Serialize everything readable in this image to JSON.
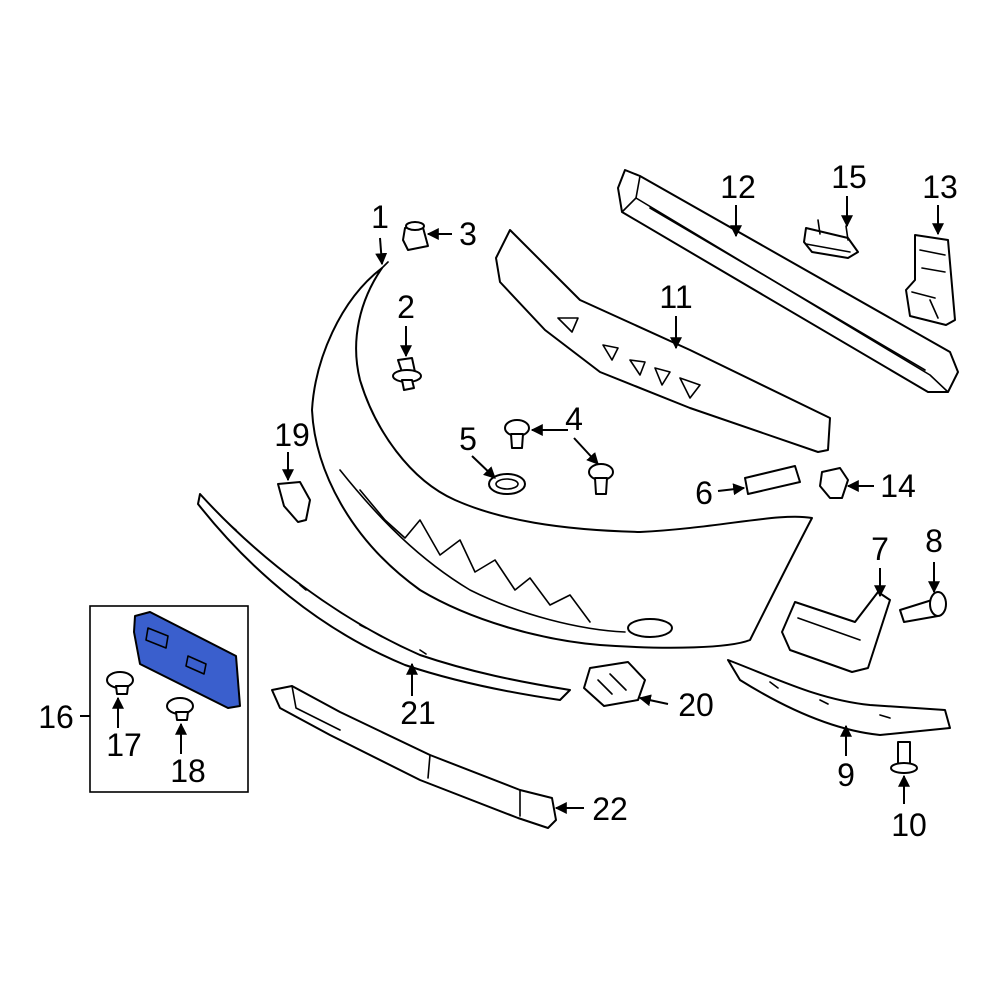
{
  "colors": {
    "highlight": "#3a5fcd",
    "line": "#000000",
    "background": "#ffffff"
  },
  "callouts": {
    "c1": "1",
    "c2": "2",
    "c3": "3",
    "c4": "4",
    "c5": "5",
    "c6": "6",
    "c7": "7",
    "c8": "8",
    "c9": "9",
    "c10": "10",
    "c11": "11",
    "c12": "12",
    "c13": "13",
    "c14": "14",
    "c15": "15",
    "c16": "16",
    "c17": "17",
    "c18": "18",
    "c19": "19",
    "c20": "20",
    "c21": "21",
    "c22": "22"
  }
}
